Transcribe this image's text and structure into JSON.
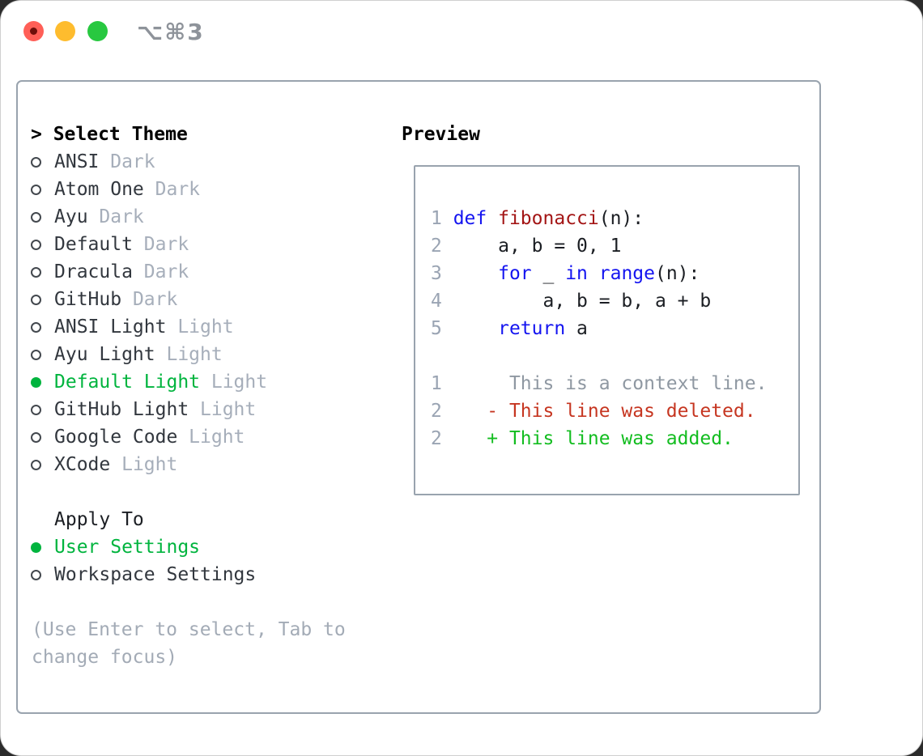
{
  "colors": {
    "selected_green": "#00b43e",
    "diff_added_green": "#13bd20",
    "diff_deleted_red": "#c63621",
    "keyword_blue": "#1414f0",
    "function_red": "#a31515",
    "secondary_gray": "#a6aeba",
    "border_gray": "#99a3ae"
  },
  "window": {
    "shortcut": "⌥⌘3"
  },
  "left": {
    "title_prefix": ">",
    "title": "Select Theme",
    "themes": [
      {
        "name": "ANSI",
        "variant": "Dark",
        "selected": false
      },
      {
        "name": "Atom One",
        "variant": "Dark",
        "selected": false
      },
      {
        "name": "Ayu",
        "variant": "Dark",
        "selected": false
      },
      {
        "name": "Default",
        "variant": "Dark",
        "selected": false
      },
      {
        "name": "Dracula",
        "variant": "Dark",
        "selected": false
      },
      {
        "name": "GitHub",
        "variant": "Dark",
        "selected": false
      },
      {
        "name": "ANSI Light",
        "variant": "Light",
        "selected": false
      },
      {
        "name": "Ayu Light",
        "variant": "Light",
        "selected": false
      },
      {
        "name": "Default Light",
        "variant": "Light",
        "selected": true
      },
      {
        "name": "GitHub Light",
        "variant": "Light",
        "selected": false
      },
      {
        "name": "Google Code",
        "variant": "Light",
        "selected": false
      },
      {
        "name": "XCode",
        "variant": "Light",
        "selected": false
      }
    ],
    "apply_title": "Apply To",
    "apply_options": [
      {
        "label": "User Settings",
        "selected": true
      },
      {
        "label": "Workspace Settings",
        "selected": false
      }
    ],
    "hint_lines": [
      "(Use Enter to select, Tab to",
      "change focus)"
    ]
  },
  "preview": {
    "title": "Preview",
    "lines": [
      {
        "tokens": [
          [
            "1 ",
            "ln"
          ],
          [
            "def",
            "kw"
          ],
          [
            " ",
            "code"
          ],
          [
            "fibonacci",
            "fn"
          ],
          [
            "(n):",
            "code"
          ]
        ]
      },
      {
        "tokens": [
          [
            "2 ",
            "ln"
          ],
          [
            "    a, b = 0, 1",
            "code"
          ]
        ]
      },
      {
        "tokens": [
          [
            "3 ",
            "ln"
          ],
          [
            "    ",
            "code"
          ],
          [
            "for",
            "kw"
          ],
          [
            " _ ",
            "code"
          ],
          [
            "in",
            "kw"
          ],
          [
            " ",
            "code"
          ],
          [
            "range",
            "kw"
          ],
          [
            "(n):",
            "code"
          ]
        ]
      },
      {
        "tokens": [
          [
            "4 ",
            "ln"
          ],
          [
            "        a, b = b, a + b",
            "code"
          ]
        ]
      },
      {
        "tokens": [
          [
            "5 ",
            "ln"
          ],
          [
            "    ",
            "code"
          ],
          [
            "return",
            "kw"
          ],
          [
            " a",
            "code"
          ]
        ]
      },
      {
        "tokens": []
      },
      {
        "tokens": [
          [
            "1",
            "ln"
          ],
          [
            "      This is a context line.",
            "ctx"
          ]
        ]
      },
      {
        "tokens": [
          [
            "2",
            "ln"
          ],
          [
            "    ",
            "code"
          ],
          [
            "- This line was deleted.",
            "del"
          ]
        ]
      },
      {
        "tokens": [
          [
            "2",
            "ln"
          ],
          [
            "    ",
            "code"
          ],
          [
            "+ This line was added.",
            "add"
          ]
        ]
      }
    ]
  }
}
